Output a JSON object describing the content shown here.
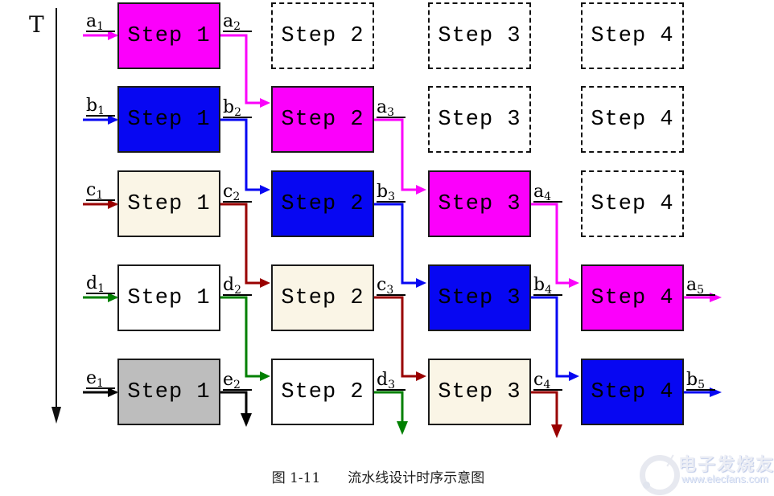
{
  "figure": {
    "time_axis_label": "T",
    "caption_number": "图 1-11",
    "caption_text": "流水线设计时序示意图"
  },
  "pipeline": {
    "boxes": [
      {
        "label": "Step 1",
        "variant": "magenta"
      },
      {
        "label": "Step 2",
        "variant": "dashed"
      },
      {
        "label": "Step 3",
        "variant": "dashed"
      },
      {
        "label": "Step 4",
        "variant": "dashed"
      },
      {
        "label": "Step 1",
        "variant": "blue"
      },
      {
        "label": "Step 2",
        "variant": "magenta"
      },
      {
        "label": "Step 3",
        "variant": "dashed"
      },
      {
        "label": "Step 4",
        "variant": "dashed"
      },
      {
        "label": "Step 1",
        "variant": "cream"
      },
      {
        "label": "Step 2",
        "variant": "blue"
      },
      {
        "label": "Step 3",
        "variant": "magenta"
      },
      {
        "label": "Step 4",
        "variant": "dashed"
      },
      {
        "label": "Step 1",
        "variant": "white"
      },
      {
        "label": "Step 2",
        "variant": "cream"
      },
      {
        "label": "Step 3",
        "variant": "blue"
      },
      {
        "label": "Step 4",
        "variant": "magenta"
      },
      {
        "label": "Step 1",
        "variant": "gray"
      },
      {
        "label": "Step 2",
        "variant": "white"
      },
      {
        "label": "Step 3",
        "variant": "cream"
      },
      {
        "label": "Step 4",
        "variant": "blue"
      }
    ]
  },
  "signals": {
    "a1": {
      "base": "a",
      "sub": "1"
    },
    "a2": {
      "base": "a",
      "sub": "2"
    },
    "a3": {
      "base": "a",
      "sub": "3"
    },
    "a4": {
      "base": "a",
      "sub": "4"
    },
    "a5": {
      "base": "a",
      "sub": "5"
    },
    "b1": {
      "base": "b",
      "sub": "1"
    },
    "b2": {
      "base": "b",
      "sub": "2"
    },
    "b3": {
      "base": "b",
      "sub": "3"
    },
    "b4": {
      "base": "b",
      "sub": "4"
    },
    "b5": {
      "base": "b",
      "sub": "5"
    },
    "c1": {
      "base": "c",
      "sub": "1"
    },
    "c2": {
      "base": "c",
      "sub": "2"
    },
    "c3": {
      "base": "c",
      "sub": "3"
    },
    "c4": {
      "base": "c",
      "sub": "4"
    },
    "d1": {
      "base": "d",
      "sub": "1"
    },
    "d2": {
      "base": "d",
      "sub": "2"
    },
    "d3": {
      "base": "d",
      "sub": "3"
    },
    "e1": {
      "base": "e",
      "sub": "1"
    },
    "e2": {
      "base": "e",
      "sub": "2"
    }
  },
  "palette": {
    "stage_magenta": "#FB00FB",
    "stage_blue": "#0707F2",
    "stage_cream": "#FAF5E6",
    "stage_white": "#FFFFFF",
    "stage_gray": "#BDBDBD",
    "wire_a": "#FB00FB",
    "wire_b": "#0707F2",
    "wire_c": "#990000",
    "wire_d": "#008000",
    "wire_e": "#000000"
  },
  "watermark": {
    "brand": "电子发烧友",
    "url_text": "www.elecfans.com"
  }
}
